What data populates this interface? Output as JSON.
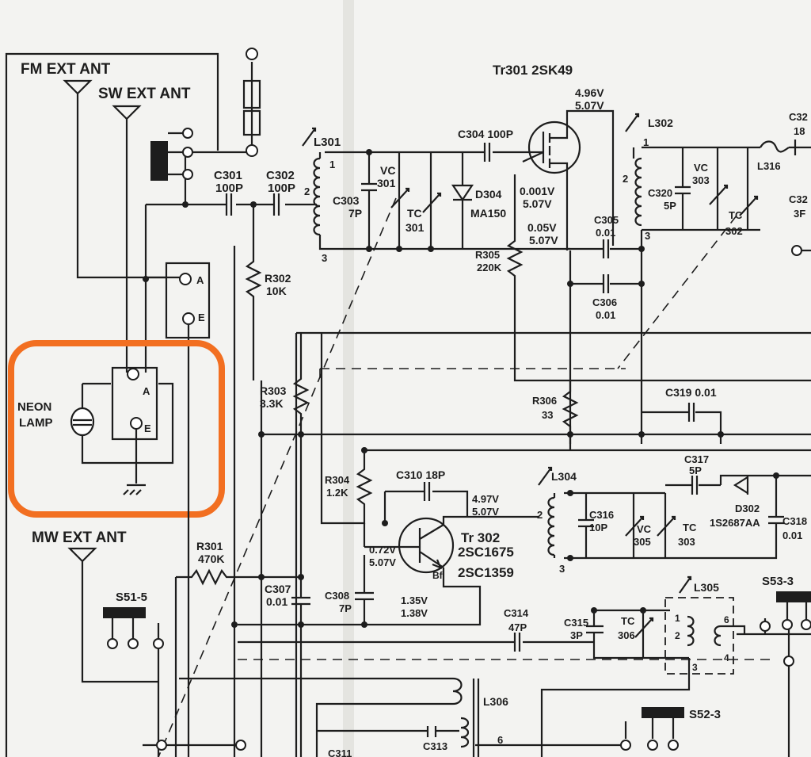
{
  "labels": {
    "fm_ext_ant": "FM EXT ANT",
    "sw_ext_ant": "SW EXT ANT",
    "mw_ext_ant": "MW EXT ANT",
    "neon": "NEON",
    "lamp": "LAMP",
    "tr301": "Tr301 2SK49",
    "v_496": "4.96V",
    "v_507a": "5.07V",
    "l302": "L302",
    "l301": "L301",
    "c304": "C304 100P",
    "c301": "C301",
    "c301v": "100P",
    "c302": "C302",
    "c302v": "100P",
    "c303": "C303",
    "c303v": "7P",
    "vc301": "VC",
    "vc301b": "301",
    "tc301": "TC",
    "tc301b": "301",
    "d304": "D304",
    "d304v": "MA150",
    "v_0001": "0.001V",
    "v_507b": "5.07V",
    "v_005": "0.05V",
    "v_507c": "5.07V",
    "r305": "R305",
    "r305v": "220K",
    "c305": "C305",
    "c305v": "0.01",
    "c306": "C306",
    "c306v": "0.01",
    "c320": "C320",
    "c320v": "5P",
    "vc303": "VC",
    "vc303b": "303",
    "tc302": "TC",
    "tc302b": "302",
    "l316": "L316",
    "r302": "R302",
    "r302v": "10K",
    "r303": "R303",
    "r303v": "3.3K",
    "r306": "R306",
    "r306v": "33",
    "c319": "C319 0.01",
    "r304": "R304",
    "r304v": "1.2K",
    "c310": "C310 18P",
    "v_497": "4.97V",
    "v_507d": "5.07V",
    "l304": "L304",
    "c316": "C316",
    "c316v": "10P",
    "vc305": "VC",
    "vc305b": "305",
    "tc303": "TC",
    "tc303b": "303",
    "c317": "C317",
    "c317v": "5P",
    "d302": "D302",
    "d302v": "1S2687AA",
    "c318": "C318",
    "c318v": "0.01",
    "tr302": "Tr 302",
    "tr302a": "2SC1675",
    "tr302b": "2SC1359",
    "v_072": "0.72V",
    "v_507e": "5.07V",
    "v_135": "1.35V",
    "v_138": "1.38V",
    "r301": "R301",
    "r301v": "470K",
    "c307": "C307",
    "c307v": "0.01",
    "c308": "C308",
    "c308v": "7P",
    "c314": "C314",
    "c314v": "47P",
    "c315": "C315",
    "c315v": "3P",
    "tc306": "TC",
    "tc306b": "306",
    "l305": "L305",
    "s53": "S53-3",
    "s51": "S51-5",
    "s52": "S52-3",
    "l306": "L306",
    "c311": "C311",
    "c313": "C313",
    "term_a": "A",
    "term_e": "E",
    "term_a2": "A",
    "term_e2": "E",
    "pin1": "1",
    "pin2": "2",
    "pin3": "3",
    "pin1b": "1",
    "pin2b": "2",
    "pin3b": "3",
    "pin2c": "2",
    "pin3c": "3",
    "pin1d": "1",
    "pin2d": "2",
    "pin3d": "3",
    "pin4d": "4",
    "pin6d": "6",
    "pin6": "6",
    "bf": "Bf",
    "c32x": "C32",
    "c32xv": "18",
    "c32y": "C32",
    "c32yv": "3F"
  },
  "colors": {
    "ink": "#1d1d1d",
    "paper": "#f3f3f1",
    "highlight": "#f26f21"
  }
}
